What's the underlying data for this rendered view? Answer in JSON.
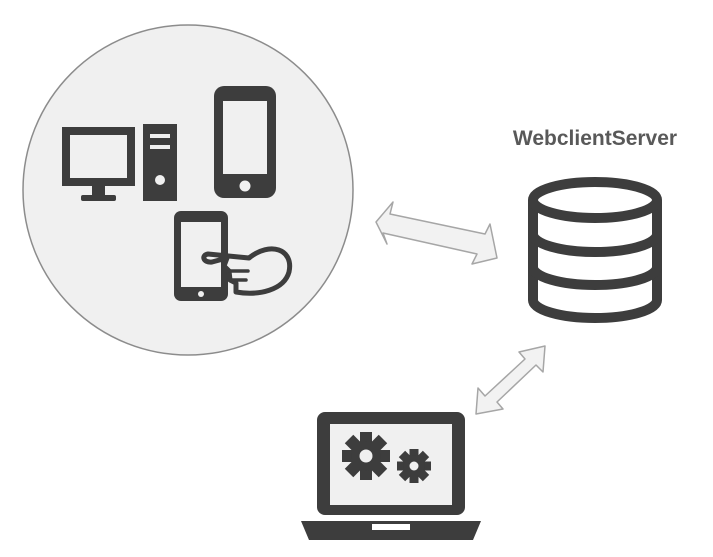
{
  "server": {
    "title": "WebclientServer",
    "icon": "database-icon"
  },
  "clients": {
    "group_icon": "client-devices-circle",
    "devices": [
      "desktop-computer-icon",
      "smartphone-icon",
      "tablet-touch-icon"
    ]
  },
  "admin": {
    "icon": "laptop-gears-icon"
  },
  "connections": [
    {
      "from": "clients",
      "to": "server",
      "direction": "bidirectional"
    },
    {
      "from": "admin",
      "to": "server",
      "direction": "bidirectional"
    }
  ],
  "colors": {
    "icon": "#3d3d3d",
    "circle_fill": "#f0f0f0",
    "circle_stroke": "#8c8c8c",
    "arrow_fill": "#f2f2f2",
    "arrow_stroke": "#a6a6a6",
    "title": "#595959"
  }
}
